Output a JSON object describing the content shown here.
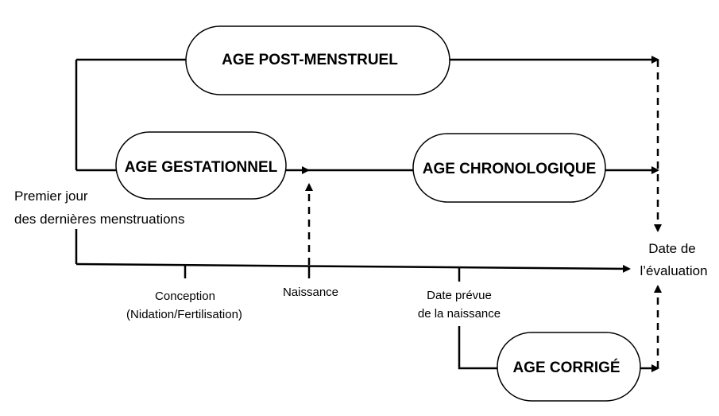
{
  "boxes": {
    "post_menstruel": "AGE POST-MENSTRUEL",
    "gestationnel": "AGE GESTATIONNEL",
    "chronologique": "AGE CHRONOLOGIQUE",
    "corrige": "AGE CORRIGÉ"
  },
  "labels": {
    "premier_jour_line1": "Premier jour",
    "premier_jour_line2": "des dernières menstruations",
    "conception_line1": "Conception",
    "conception_line2": "(Nidation/Fertilisation)",
    "naissance": "Naissance",
    "date_prevue_line1": "Date prévue",
    "date_prevue_line2": "de la naissance",
    "date_eval_line1": "Date de",
    "date_eval_line2": "l’évaluation"
  }
}
